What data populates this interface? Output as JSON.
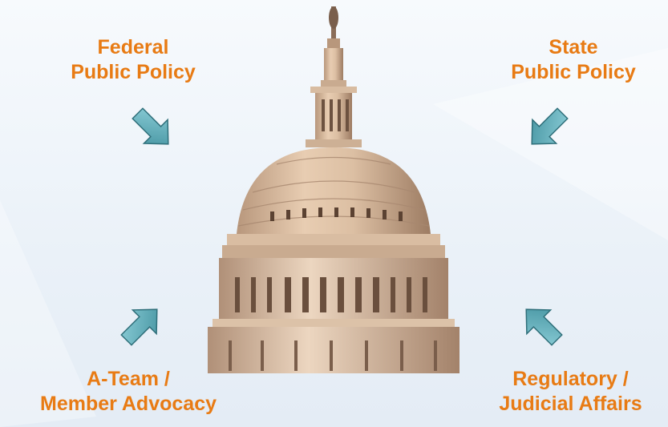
{
  "colors": {
    "label_text": "#e87b14",
    "arrow_fill": "#5aa7b3",
    "arrow_stroke": "#2f6f7a",
    "dome": "#d7b99a",
    "dome_shadow": "#a3826a",
    "background": "#eef3f9"
  },
  "diagram": {
    "center_image": "capitol-dome-image",
    "nodes": [
      {
        "id": "federal",
        "line1": "Federal",
        "line2": "Public Policy",
        "arrow": "arrow-down-right-icon"
      },
      {
        "id": "state",
        "line1": "State",
        "line2": "Public Policy",
        "arrow": "arrow-down-left-icon"
      },
      {
        "id": "ateam",
        "line1": "A-Team /",
        "line2": "Member Advocacy",
        "arrow": "arrow-up-right-icon"
      },
      {
        "id": "reg",
        "line1": "Regulatory /",
        "line2": "Judicial Affairs",
        "arrow": "arrow-up-left-icon"
      }
    ]
  }
}
